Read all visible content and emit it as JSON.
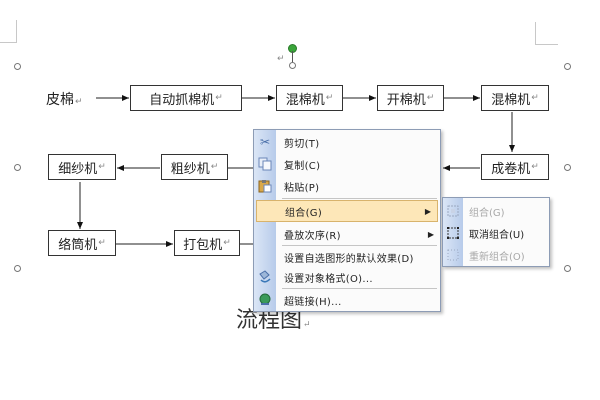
{
  "document": {
    "paragraph_mark": "↵",
    "source_label": "皮棉",
    "title": "流程图"
  },
  "flowchart": {
    "nodes": [
      {
        "id": "auto-bale-opener",
        "label": "自动抓棉机"
      },
      {
        "id": "mixer-1",
        "label": "混棉机"
      },
      {
        "id": "opener",
        "label": "开棉机"
      },
      {
        "id": "mixer-2",
        "label": "混棉机"
      },
      {
        "id": "lap-former",
        "label": "成卷机"
      },
      {
        "id": "roving-frame",
        "label": "粗纱机"
      },
      {
        "id": "spinning-frame",
        "label": "细纱机"
      },
      {
        "id": "winder",
        "label": "络筒机"
      },
      {
        "id": "baler",
        "label": "打包机"
      }
    ]
  },
  "context_menu": {
    "items": [
      {
        "label": "剪切(T)",
        "icon": "scissors-icon"
      },
      {
        "label": "复制(C)",
        "icon": "copy-icon"
      },
      {
        "label": "粘贴(P)",
        "icon": "paste-icon"
      },
      {
        "label": "组合(G)",
        "icon": "",
        "submenu": true,
        "highlighted": true
      },
      {
        "label": "叠放次序(R)",
        "icon": "",
        "submenu": true
      },
      {
        "label": "设置自选图形的默认效果(D)",
        "icon": ""
      },
      {
        "label": "设置对象格式(O)...",
        "icon": "format-object-icon"
      },
      {
        "label": "超链接(H)...",
        "icon": "hyperlink-icon"
      }
    ]
  },
  "submenu": {
    "items": [
      {
        "label": "组合(G)",
        "icon": "group-icon",
        "disabled": true
      },
      {
        "label": "取消组合(U)",
        "icon": "ungroup-icon",
        "disabled": false
      },
      {
        "label": "重新组合(O)",
        "icon": "regroup-icon",
        "disabled": true
      }
    ]
  }
}
